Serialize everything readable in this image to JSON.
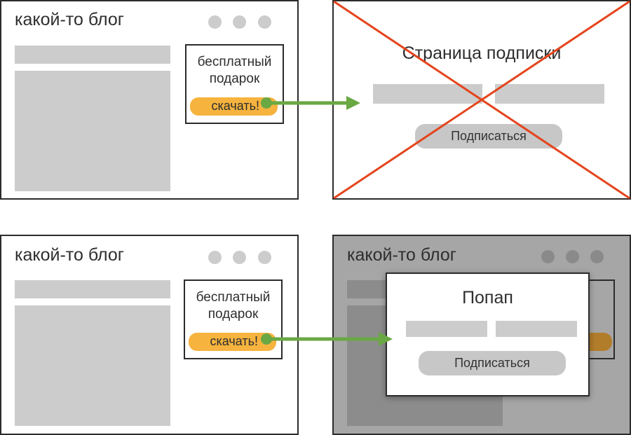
{
  "blog_title": "какой-то блог",
  "gift_line1": "бесплатный",
  "gift_line2": "подарок",
  "download_label": "скачать!",
  "subscribe_page_title": "Страница подписки",
  "subscribe_button": "Подписаться",
  "popup_title": "Попап",
  "colors": {
    "accent_orange": "#f6b33e",
    "arrow_green": "#6aa843",
    "cross_red": "#e4441b",
    "placeholder_gray": "#cccccc",
    "dim_overlay": "#a6a6a6"
  }
}
